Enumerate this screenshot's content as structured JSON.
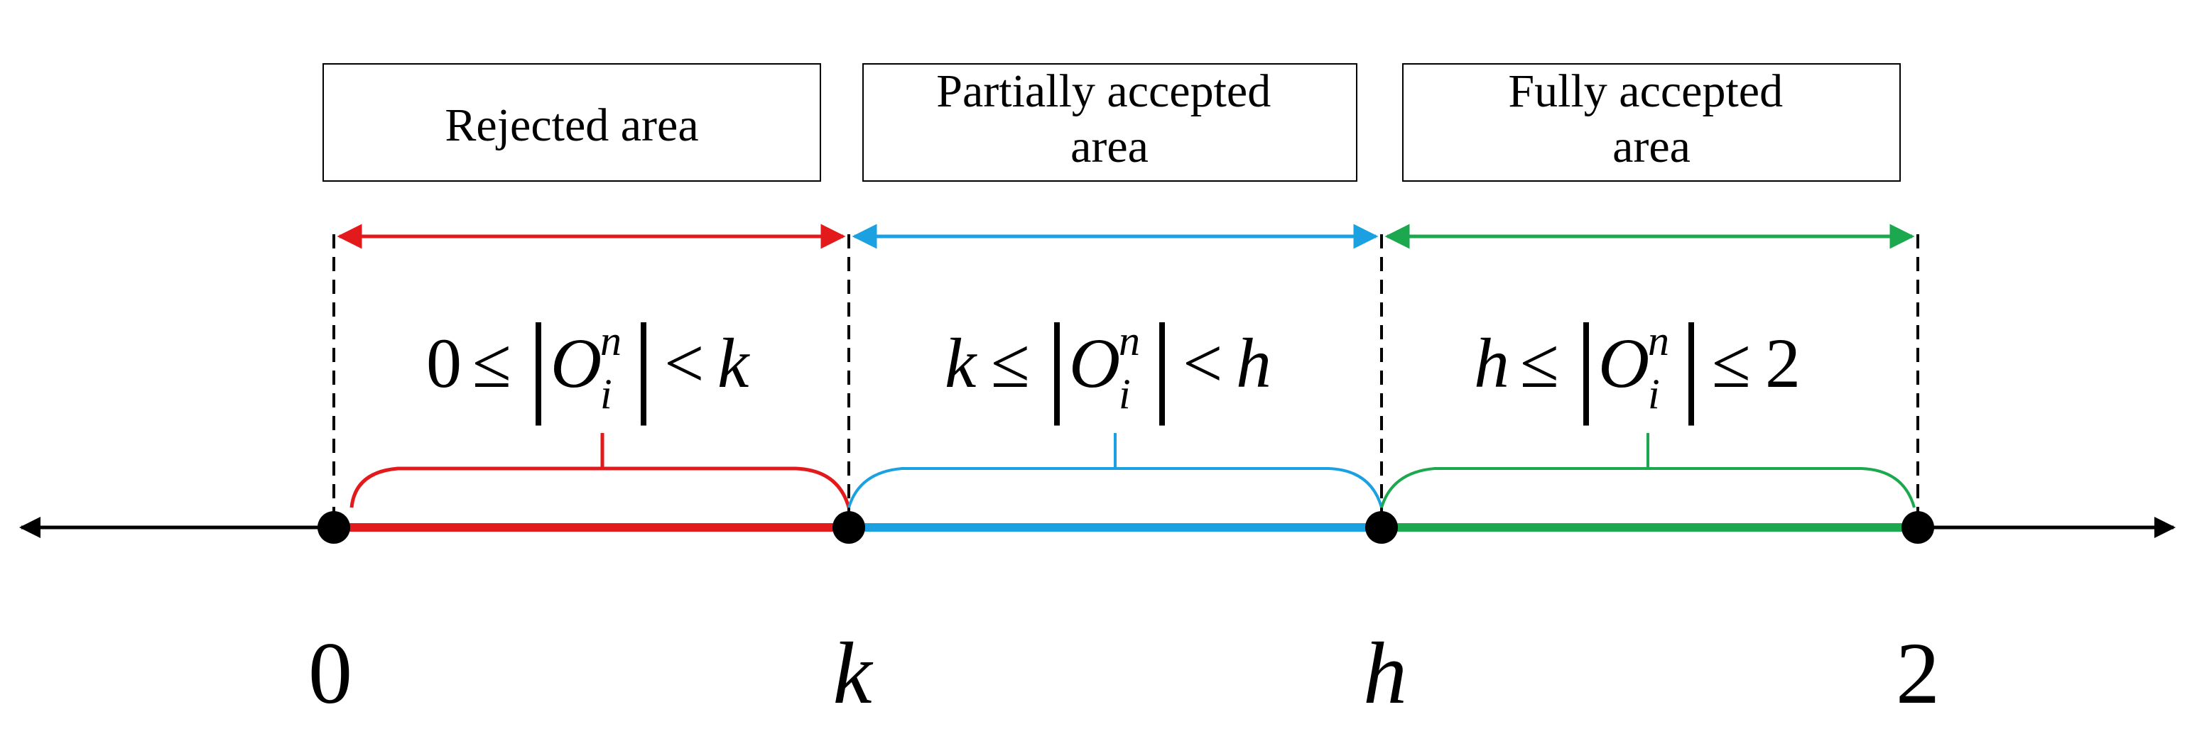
{
  "regions": [
    {
      "id": "rejected",
      "label_lines": [
        "Rejected area"
      ],
      "color": "#e31a1c",
      "inequality": {
        "left": "0",
        "leftop": "≤",
        "rightop": "<",
        "right": "k",
        "left_italic": false,
        "right_italic": true
      }
    },
    {
      "id": "partial",
      "label_lines": [
        "Partially accepted",
        "area"
      ],
      "color": "#1ba1e2",
      "inequality": {
        "left": "k",
        "leftop": "≤",
        "rightop": "<",
        "right": "h",
        "left_italic": true,
        "right_italic": true
      }
    },
    {
      "id": "full",
      "label_lines": [
        "Fully accepted",
        "area"
      ],
      "color": "#1ca84e",
      "inequality": {
        "left": "h",
        "leftop": "≤",
        "rightop": "≤",
        "right": "2",
        "left_italic": true,
        "right_italic": false
      }
    }
  ],
  "variable": {
    "base": "O",
    "sub": "i",
    "sup": "n"
  },
  "points": [
    {
      "label": "0",
      "italic": false
    },
    {
      "label": "k",
      "italic": true
    },
    {
      "label": "h",
      "italic": true
    },
    {
      "label": "2",
      "italic": false
    }
  ],
  "axis_color": "#000000"
}
